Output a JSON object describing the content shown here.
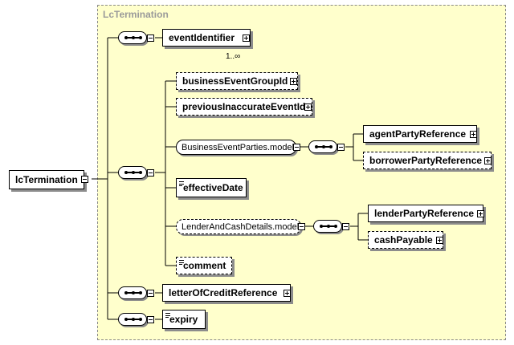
{
  "diagram": {
    "group_title": "LcTermination",
    "root": {
      "label": "lcTermination"
    },
    "elements": {
      "eventIdentifier": "eventIdentifier",
      "eventIdentifier_cardinality": "1..∞",
      "businessEventGroupId": "businessEventGroupId",
      "previousInaccurateEventId": "previousInaccurateEventId",
      "businessEventPartiesModel": "BusinessEventParties.model",
      "agentPartyReference": "agentPartyReference",
      "borrowerPartyReference": "borrowerPartyReference",
      "effectiveDate": "effectiveDate",
      "lenderAndCashDetailsModel": "LenderAndCashDetails.model",
      "lenderPartyReference": "lenderPartyReference",
      "cashPayable": "cashPayable",
      "comment": "comment",
      "letterOfCreditReference": "letterOfCreditReference",
      "expiry": "expiry"
    },
    "colors": {
      "group_fill": "#ffffcc",
      "shadow": "#8c8c8c",
      "title": "#9a9a9a"
    }
  }
}
